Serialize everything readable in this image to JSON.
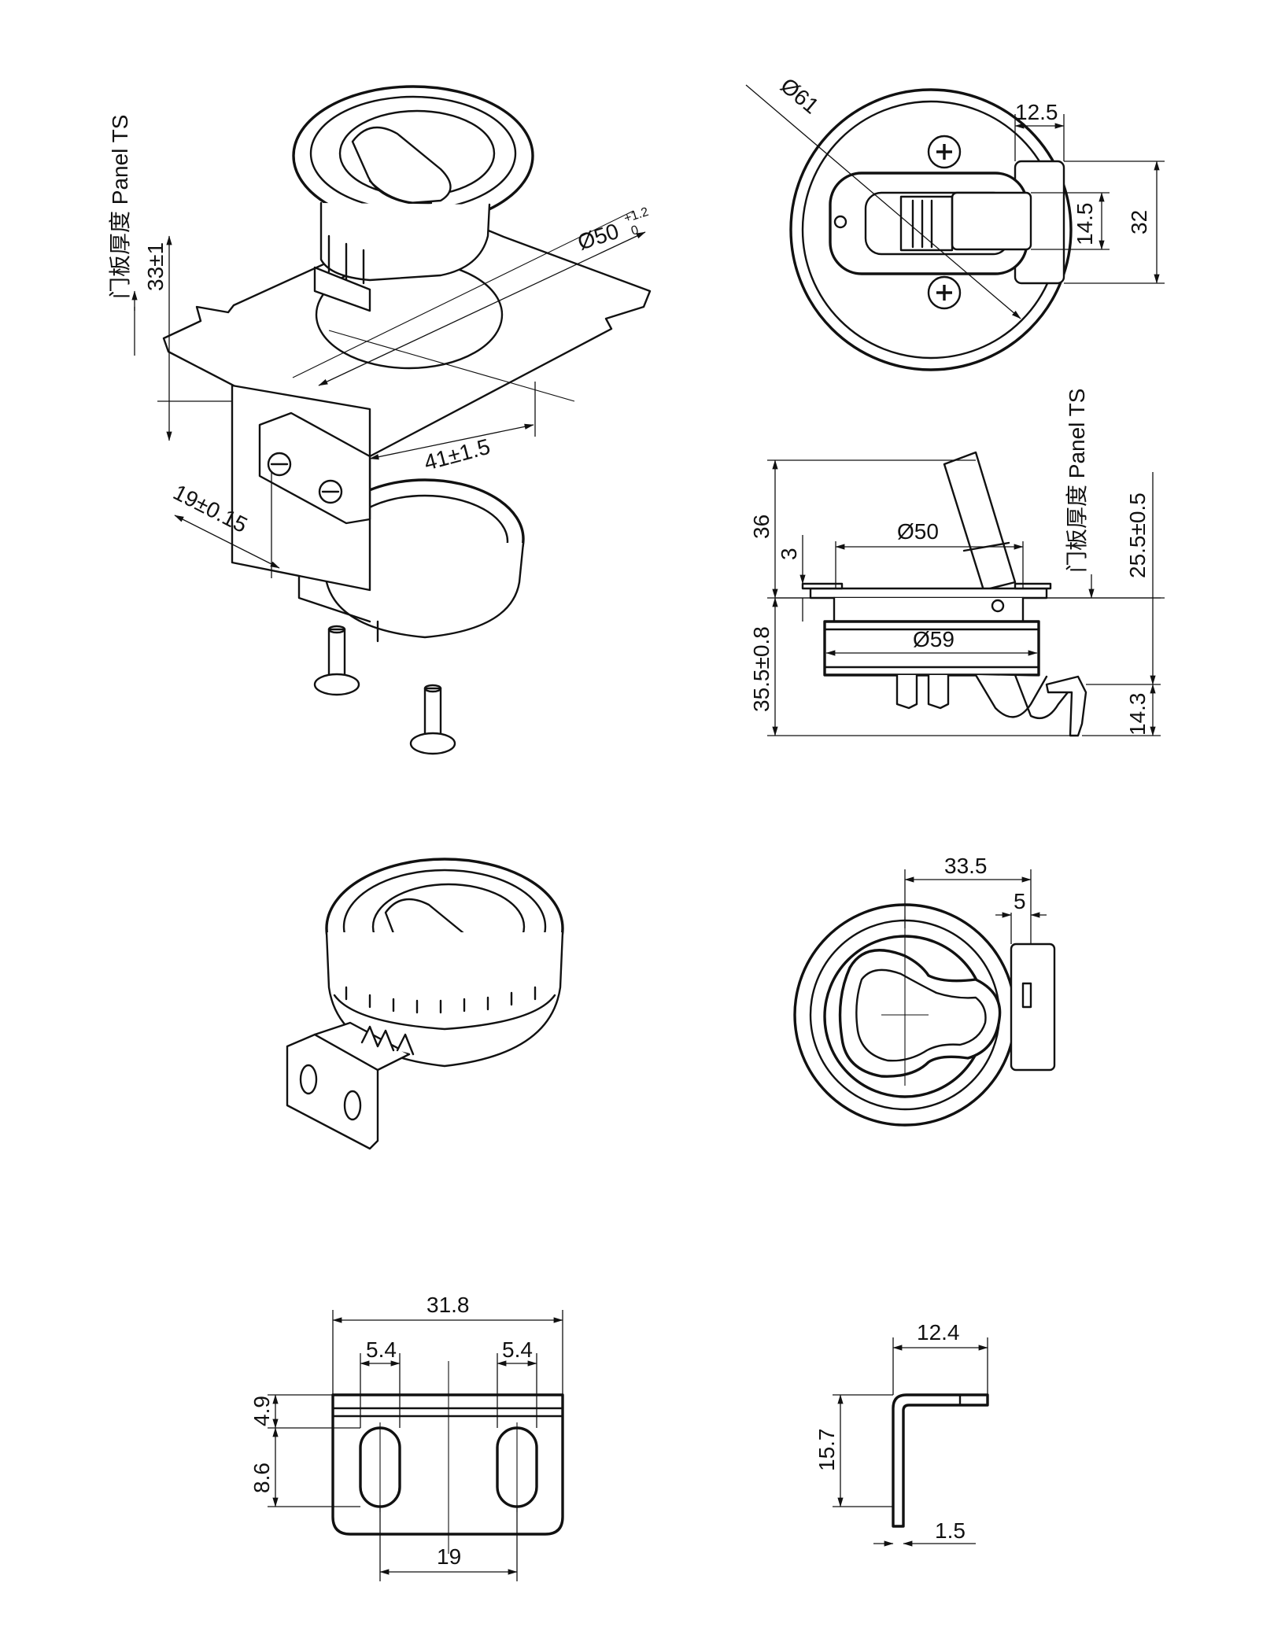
{
  "colors": {
    "ink": "#111111",
    "paper": "#ffffff",
    "shade": "#d9d9d9"
  },
  "view1": {
    "panel_label": "门板厚度 Panel TS",
    "d_33": "33±1",
    "d_50": "Ø50",
    "d_50_tol_upper": "+1.2",
    "d_50_tol_lower": "0",
    "d_41": "41±1.5",
    "d_19": "19±0.15"
  },
  "view2": {
    "d_61": "Ø61",
    "d_125": "12.5",
    "d_145": "14.5",
    "d_32": "32"
  },
  "view3": {
    "panel_label": "门板厚度 Panel TS",
    "d_36": "36",
    "d_3": "3",
    "d_50": "Ø50",
    "d_59": "Ø59",
    "d_255": "25.5±0.5",
    "d_355": "35.5±0.8",
    "d_143": "14.3"
  },
  "view5": {
    "d_335": "33.5",
    "d_5": "5"
  },
  "view7": {
    "d_318": "31.8",
    "d_54a": "5.4",
    "d_54b": "5.4",
    "d_49": "4.9",
    "d_86": "8.6",
    "d_19": "19"
  },
  "view8": {
    "d_124": "12.4",
    "d_157": "15.7",
    "d_15": "1.5"
  }
}
